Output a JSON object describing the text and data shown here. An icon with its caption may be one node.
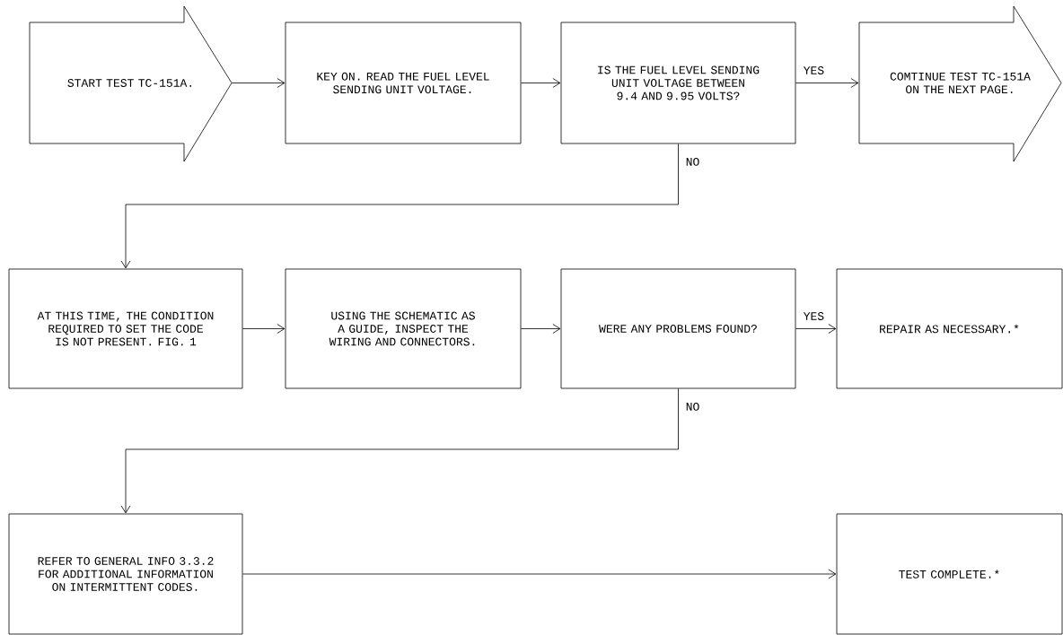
{
  "diagram": {
    "nodes": [
      {
        "text": [
          "START TEST TC-151A."
        ]
      },
      {
        "text": [
          "KEY ON. READ THE FUEL LEVEL SENDING UNIT VOLTAGE."
        ]
      },
      {
        "text": [
          "IS THE FUEL LEVEL SENDING UNIT VOLTAGE BETWEEN 9.4 AND 9.95 VOLTS?"
        ]
      },
      {
        "text": [
          "COMTINUE TEST TC-151A ON THE NEXT PAGE."
        ]
      },
      {
        "text": [
          "AT THIS TIME, THE CONDITION REQUIRED TO SET THE CODE IS NOT PRESENT. FIG. 1"
        ]
      },
      {
        "text": [
          "USING THE SCHEMATIC AS A GUIDE, INSPECT THE WIRING AND CONNECTORS."
        ]
      },
      {
        "text": [
          "WERE ANY PROBLEMS FOUND?"
        ]
      },
      {
        "text": [
          "REPAIR AS NECESSARY.*"
        ]
      },
      {
        "text": [
          "REFER TO GENERAL INFO 3.3.2 FOR ADDITIONAL INFORMATION ON INTERMITTENT CODES."
        ]
      },
      {
        "text": [
          "TEST COMPLETE.*"
        ]
      }
    ],
    "edges": [
      {
        "from": 0,
        "to": 1,
        "arrow": "to"
      },
      {
        "from": 1,
        "to": 2,
        "arrow": "to"
      },
      {
        "from": 2,
        "to": 3,
        "arrow": "to",
        "label": "YES"
      },
      {
        "from": 2,
        "to": 4,
        "arrow": "to",
        "label": "NO"
      },
      {
        "from": 4,
        "to": 5,
        "arrow": "to"
      },
      {
        "from": 5,
        "to": 6,
        "arrow": "to"
      },
      {
        "from": 6,
        "to": 7,
        "arrow": "to",
        "label": "YES"
      },
      {
        "from": 6,
        "to": 8,
        "arrow": "to",
        "label": "NO"
      },
      {
        "from": 8,
        "to": 9,
        "arrow": "to"
      }
    ]
  }
}
